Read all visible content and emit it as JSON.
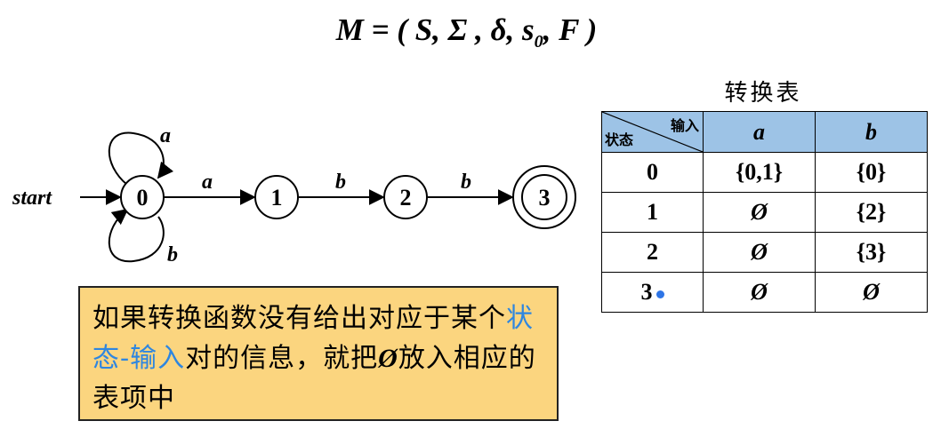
{
  "formula": {
    "lhs": "M",
    "eq": " = ( ",
    "s": "S",
    "sep1": ",  ",
    "sigma": "Σ",
    "sep2": " ,  ",
    "delta": "δ",
    "sep3": ",  ",
    "s0_base": "s",
    "s0_sub": "0",
    "sep4": ",  ",
    "f": "F",
    "close": " )"
  },
  "diagram": {
    "start_label": "start",
    "states": [
      {
        "id": "0",
        "accepting": false
      },
      {
        "id": "1",
        "accepting": false
      },
      {
        "id": "2",
        "accepting": false
      },
      {
        "id": "3",
        "accepting": true
      }
    ],
    "edges": [
      {
        "from": "0",
        "to": "0",
        "label": "a",
        "kind": "loop-top"
      },
      {
        "from": "0",
        "to": "0",
        "label": "b",
        "kind": "loop-bottom"
      },
      {
        "from": "0",
        "to": "1",
        "label": "a"
      },
      {
        "from": "1",
        "to": "2",
        "label": "b"
      },
      {
        "from": "2",
        "to": "3",
        "label": "b"
      }
    ]
  },
  "table": {
    "title": "转换表",
    "corner_input": "输入",
    "corner_state": "状态",
    "headers": [
      "a",
      "b"
    ],
    "rows": [
      {
        "state": "0",
        "a": "{0,1}",
        "b": "{0}"
      },
      {
        "state": "1",
        "a": "Ø",
        "b": "{2}"
      },
      {
        "state": "2",
        "a": "Ø",
        "b": "{3}"
      },
      {
        "state": "3",
        "a": "Ø",
        "b": "Ø"
      }
    ],
    "header_color": "#9dc3e6"
  },
  "note": {
    "part1": "如果转换函数没有给出对应于某个",
    "highlight": "状态-输入",
    "part2": "对的信息，就把",
    "empty_symbol": "Ø",
    "part3": "放入相应的表项中",
    "bg_color": "#fbd57f",
    "highlight_color": "#2e86e0"
  }
}
